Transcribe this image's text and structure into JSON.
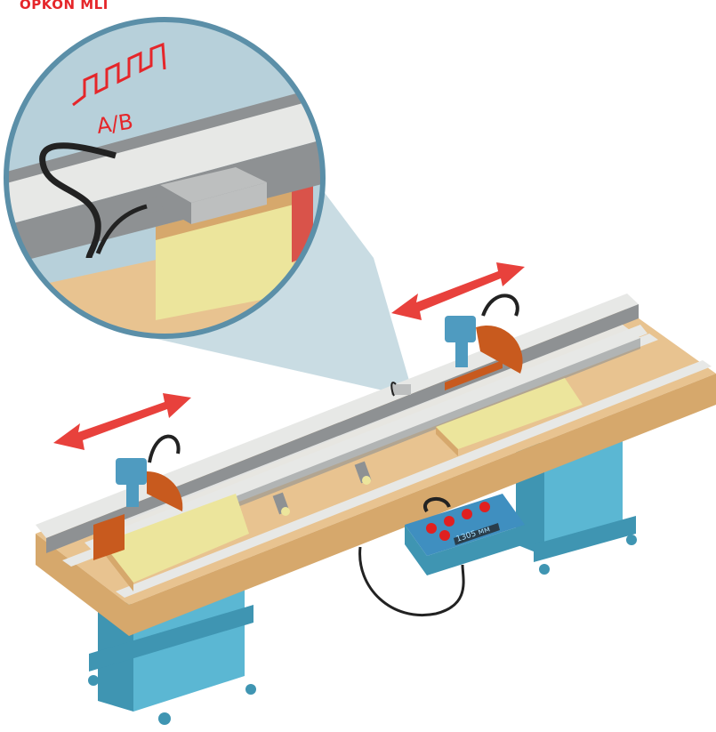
{
  "brand": {
    "text": "OPKON MLI"
  },
  "signal": {
    "label": "A/B"
  },
  "display": {
    "text": "1305 мм"
  },
  "colors": {
    "brand": "#e5262a",
    "signal": "#e5262a",
    "arrow": "#e8413c",
    "wood": "#e8c390",
    "wood_dark": "#d6a86c",
    "leg": "#5bb7d3",
    "leg_dark": "#3f95b2",
    "yellow_block": "#ece59c",
    "rail_light": "#e7e8e6",
    "rail_dark": "#8e9193",
    "sensor": "#bdbfbf",
    "cable": "#222222",
    "blade": "#c85a1e",
    "motor": "#4f9bc0",
    "control_box": "#3f8fc0",
    "button": "#e02020",
    "lens_bg": "#b7d0da",
    "lens_rim": "#5b8fa8",
    "wall_red": "#d9534a"
  }
}
